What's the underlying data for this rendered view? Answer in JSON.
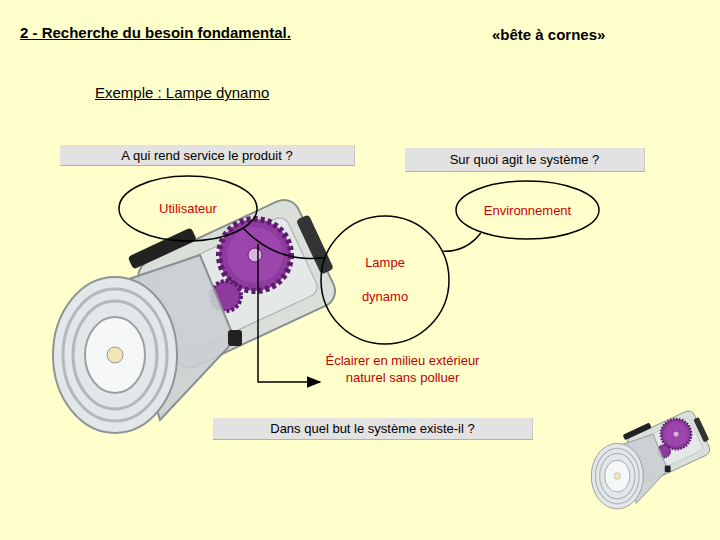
{
  "diagram": {
    "title": "2 - Recherche du besoin fondamental.",
    "nodes": [
      {
        "text": [
          "A qui rend service le produit ?"
        ]
      },
      {
        "text": [
          "Sur quoi agit le système ?"
        ]
      },
      {
        "text": [
          "Utilisateur"
        ]
      },
      {
        "text": [
          "Environnement"
        ]
      },
      {
        "text": [
          "Lampe dynamo"
        ]
      },
      {
        "text": [
          "Dans quel but le système existe-il ?"
        ]
      }
    ],
    "edges": [
      {
        "from": 2,
        "to": 4,
        "arrow": "none"
      },
      {
        "from": 4,
        "to": 3,
        "arrow": "none"
      }
    ],
    "labels": [
      "«bête à cornes»",
      "Exemple : Lampe dynamo",
      "Éclairer en milieu extérieur naturel sans polluer"
    ]
  }
}
